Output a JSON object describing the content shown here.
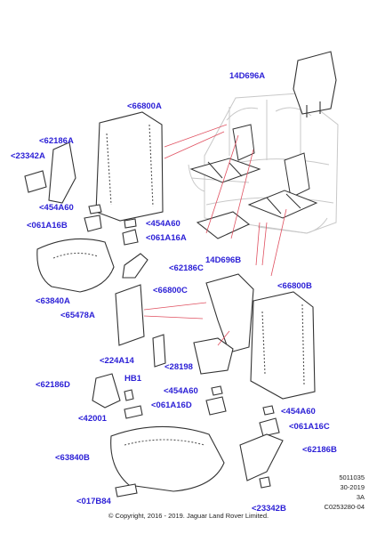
{
  "labels": {
    "l1": "14D696A",
    "l2": "<66800A",
    "l3": "<62186A",
    "l4": "<23342A",
    "l5": "<454A60",
    "l6": "<061A16B",
    "l7": "<454A60",
    "l8": "<061A16A",
    "l9": "14D696B",
    "l10": "<62186C",
    "l11": "<63840A",
    "l12": "<66800C",
    "l13": "<66800B",
    "l14": "<65478A",
    "l15": "<224A14",
    "l16": "<28198",
    "l17": "<62186D",
    "l18": "HB1",
    "l19": "<454A60",
    "l20": "<061A16D",
    "l21": "<454A60",
    "l22": "<42001",
    "l23": "<061A16C",
    "l24": "<63840B",
    "l25": "<62186B",
    "l26": "<017B84",
    "l27": "<23342B"
  },
  "reference": {
    "line1": "5011035",
    "line2": "30-2019",
    "line3": "3A",
    "line4": "C0253280-04"
  },
  "copyright": "© Copyright, 2016 - 2019. Jaguar Land Rover Limited.",
  "colors": {
    "label": "#2b1fd6",
    "leader": "#e05060",
    "part": "#333333",
    "ghost": "#c8c8c8"
  }
}
